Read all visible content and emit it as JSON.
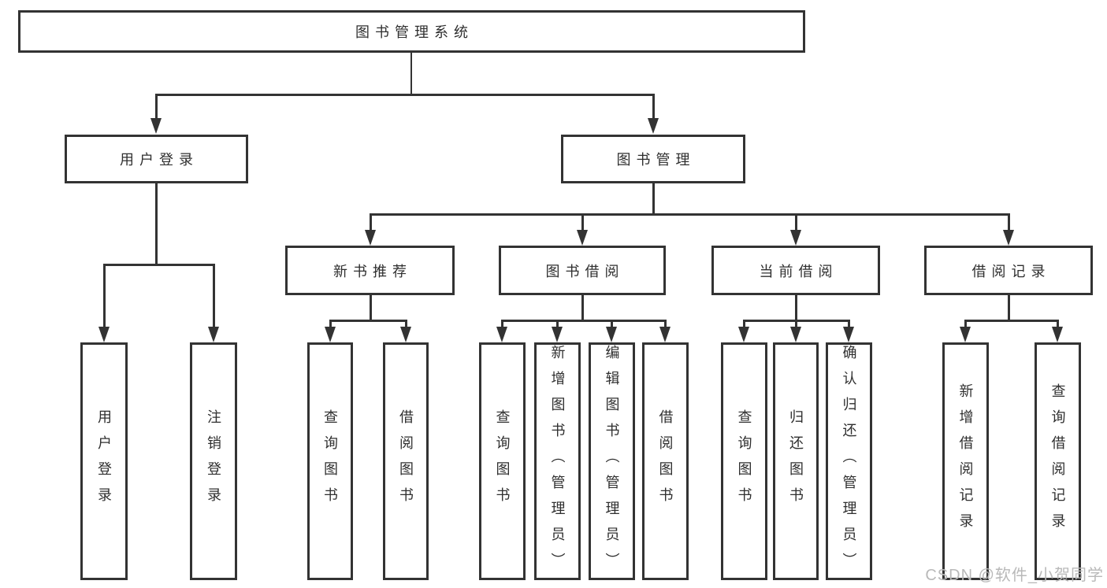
{
  "tree": {
    "root": {
      "label": "图书管理系统"
    },
    "branches": [
      {
        "label": "用户登录",
        "children": [
          {
            "label": "用户登录"
          },
          {
            "label": "注销登录"
          }
        ]
      },
      {
        "label": "图书管理",
        "sections": [
          {
            "label": "新书推荐",
            "children": [
              {
                "label": "查询图书"
              },
              {
                "label": "借阅图书"
              }
            ]
          },
          {
            "label": "图书借阅",
            "children": [
              {
                "label": "查询图书"
              },
              {
                "label": "新增图书（管理员）"
              },
              {
                "label": "编辑图书（管理员）"
              },
              {
                "label": "借阅图书"
              }
            ]
          },
          {
            "label": "当前借阅",
            "children": [
              {
                "label": "查询图书"
              },
              {
                "label": "归还图书"
              },
              {
                "label": "确认归还（管理员）"
              }
            ]
          },
          {
            "label": "借阅记录",
            "children": [
              {
                "label": "新增借阅记录"
              },
              {
                "label": "查询借阅记录"
              }
            ]
          }
        ]
      }
    ]
  },
  "watermark": {
    "text": "CSDN @软件_小贺同学"
  },
  "colors": {
    "line": "#333333",
    "text": "#2f2f2f",
    "watermark": "#b9b9b9",
    "background": "#ffffff"
  }
}
